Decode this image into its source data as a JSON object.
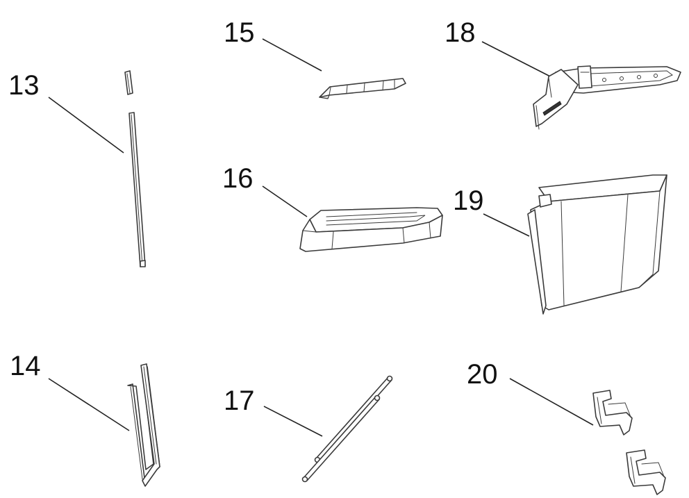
{
  "diagram": {
    "parts": [
      {
        "id": "13",
        "label": "13"
      },
      {
        "id": "14",
        "label": "14"
      },
      {
        "id": "15",
        "label": "15"
      },
      {
        "id": "16",
        "label": "16"
      },
      {
        "id": "17",
        "label": "17"
      },
      {
        "id": "18",
        "label": "18"
      },
      {
        "id": "19",
        "label": "19"
      },
      {
        "id": "20",
        "label": "20"
      }
    ]
  }
}
